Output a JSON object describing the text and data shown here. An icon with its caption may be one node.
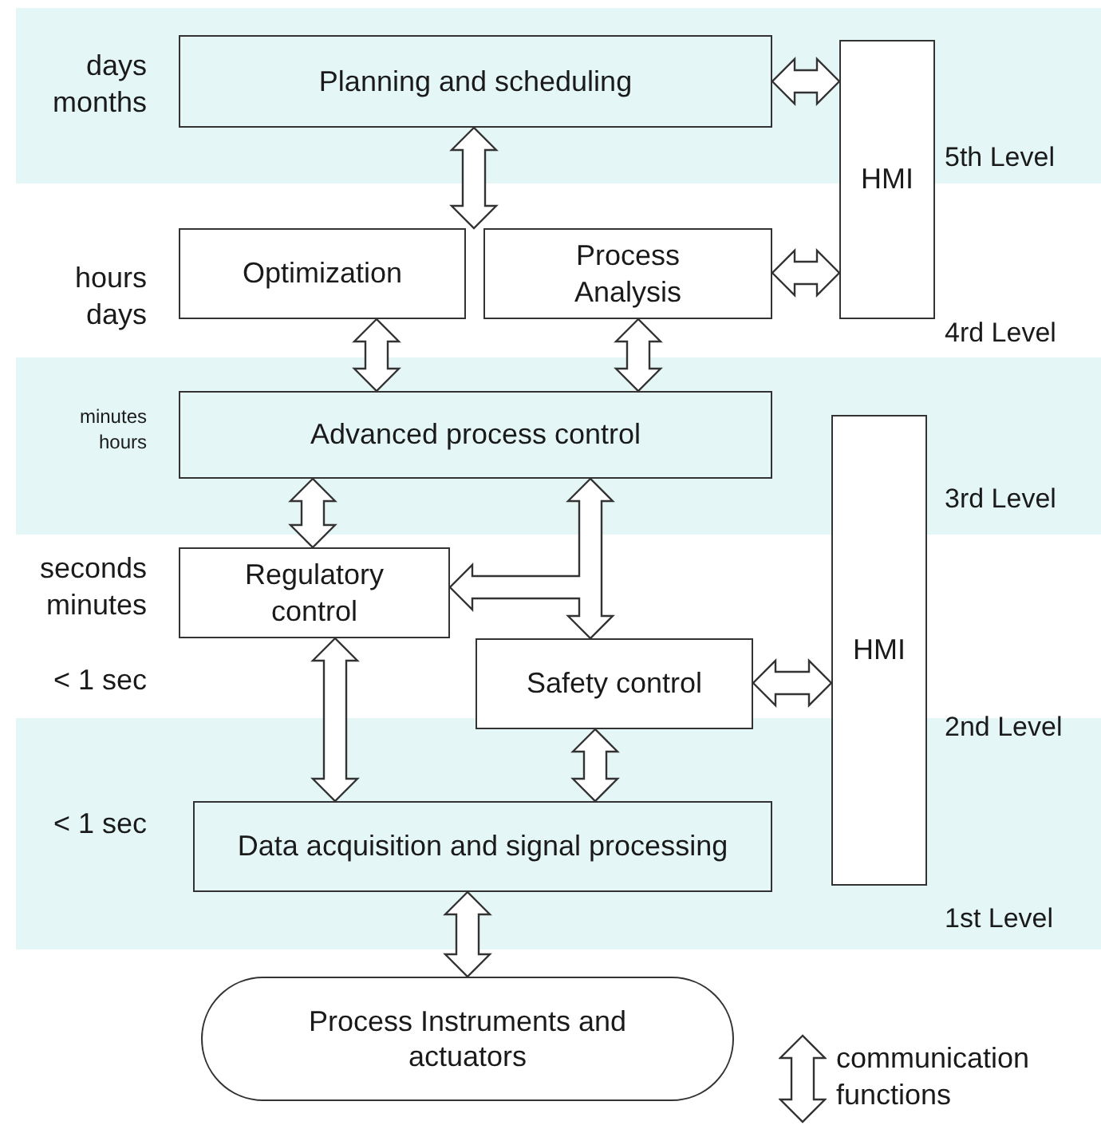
{
  "diagram": {
    "nodes": [
      {
        "text": [
          "Planning and scheduling"
        ]
      },
      {
        "text": [
          "HMI"
        ]
      },
      {
        "text": [
          "Optimization"
        ]
      },
      {
        "text": [
          "Process Analysis"
        ]
      },
      {
        "text": [
          "Advanced process control"
        ]
      },
      {
        "text": [
          "HMI"
        ]
      },
      {
        "text": [
          "Regulatory control"
        ]
      },
      {
        "text": [
          "Safety control"
        ]
      },
      {
        "text": [
          "Data acquisition and signal processing"
        ]
      },
      {
        "text": [
          "Process Instruments and actuators"
        ]
      }
    ],
    "edges": [
      {
        "from": 0,
        "to": 1,
        "arrow": "both"
      },
      {
        "from": 0,
        "to": 2,
        "arrow": "both"
      },
      {
        "from": 0,
        "to": 3,
        "arrow": "both"
      },
      {
        "from": 3,
        "to": 1,
        "arrow": "both"
      },
      {
        "from": 2,
        "to": 4,
        "arrow": "both"
      },
      {
        "from": 3,
        "to": 4,
        "arrow": "both"
      },
      {
        "from": 4,
        "to": 6,
        "arrow": "both"
      },
      {
        "from": 4,
        "to": 7,
        "arrow": "both"
      },
      {
        "from": null,
        "to": 6,
        "arrow": "to"
      },
      {
        "from": 6,
        "to": 8,
        "arrow": "both"
      },
      {
        "from": 7,
        "to": 8,
        "arrow": "both"
      },
      {
        "from": 7,
        "to": 5,
        "arrow": "both"
      },
      {
        "from": 8,
        "to": 9,
        "arrow": "both"
      }
    ],
    "labels": [
      "days months",
      "5th Level",
      "hours days",
      "4rd Level",
      "minutes hours",
      "3rd Level",
      "seconds minutes",
      "< 1 sec",
      "2nd Level",
      "< 1 sec",
      "1st Level"
    ],
    "legend": [
      {
        "text": "communication functions"
      }
    ]
  }
}
